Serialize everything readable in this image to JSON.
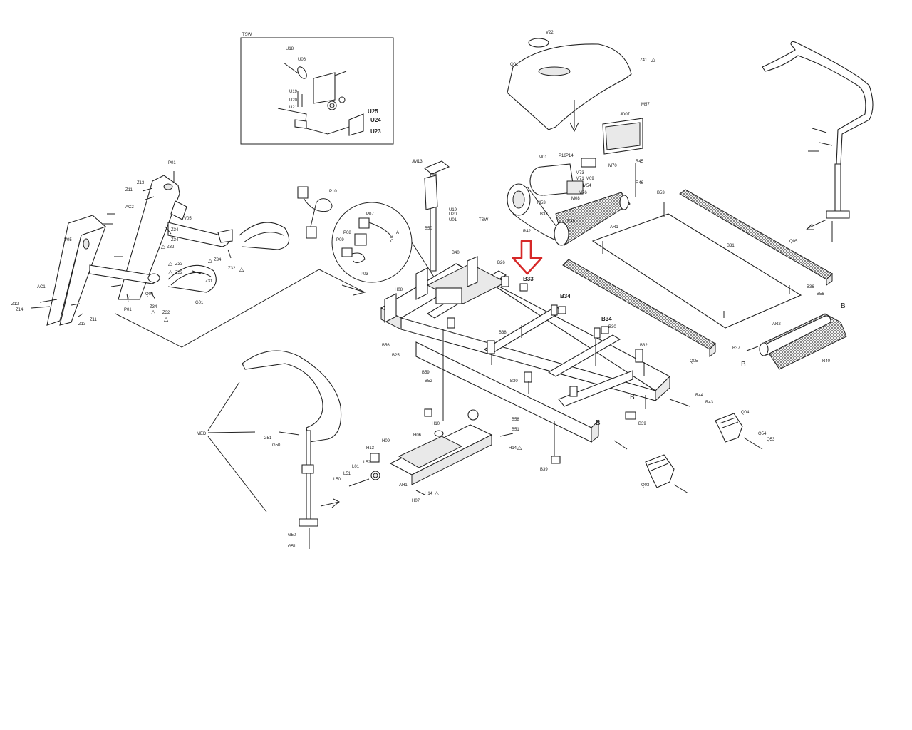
{
  "diagram": {
    "inset_title": "TSW",
    "highlight_color": "#d62828",
    "highlight_label": "B33",
    "warning_icon": "warning-triangle-icon",
    "labels": {
      "U18": "U18",
      "U06": "U06",
      "U19": "U19",
      "U20": "U20",
      "U21": "U21",
      "U25": "U25",
      "U24": "U24",
      "U23": "U23",
      "V22": "V22",
      "Q01": "Q01",
      "Z41": "Z41",
      "M57": "M57",
      "JD07": "JD07",
      "M01": "M01",
      "P16": "P16",
      "P14": "P14",
      "M70": "M70",
      "M73": "M73",
      "M71": "M71",
      "M09": "M09",
      "M54": "M54",
      "M76": "M76",
      "M08": "M08",
      "M53": "M53",
      "R45": "R45",
      "R46": "R46",
      "R42": "R42",
      "R46b": "R46",
      "AR1": "AR1",
      "B53": "B53",
      "B31": "B31",
      "Q05": "Q05",
      "Q05b": "Q05",
      "B36": "B36",
      "B56": "B56",
      "AR2": "AR2",
      "B37": "B37",
      "R40": "R40",
      "B_1": "B",
      "B_2": "B",
      "B_3": "B",
      "B_4": "B",
      "P01": "P01",
      "Z13": "Z13",
      "Z11": "Z11",
      "AC2": "AC2",
      "V05": "V05",
      "V05b": "V05",
      "Z34": "Z34",
      "Z32": "Z32",
      "Z33": "Z33",
      "Z31": "Z31",
      "AC1": "AC1",
      "Z12": "Z12",
      "Z14": "Z14",
      "Z13b": "Z13",
      "Z11b": "Z11",
      "P01b": "P01",
      "Q06": "Q06",
      "Z34b": "Z34",
      "Z32b": "Z32",
      "G01": "G01",
      "Z34c": "Z34",
      "Z32c": "Z32",
      "P10": "P10",
      "P07": "P07",
      "P08": "P08",
      "P09": "P09",
      "P03": "P03",
      "A": "A",
      "Bc": "B",
      "C": "C",
      "JM13": "JM13",
      "U19b": "U19",
      "U20b": "U20",
      "U01": "U01",
      "TSW": "TSW",
      "B50": "B50",
      "B40": "B40",
      "B26": "B26",
      "B33": "B33",
      "B34": "B34",
      "B34b": "B34",
      "B30": "B30",
      "B32": "B32",
      "H08": "H08",
      "B56b": "B56",
      "B25": "B25",
      "B38": "B38",
      "B59": "B59",
      "B52": "B52",
      "B30b": "B30",
      "B39": "B39",
      "B39b": "B39",
      "R44": "R44",
      "R43": "R43",
      "Q04": "Q04",
      "Q54": "Q54",
      "Q53": "Q53",
      "Q03": "Q03",
      "MED": "MED",
      "G51": "G51",
      "G50": "G50",
      "G50b": "G50",
      "G51b": "G51",
      "H10": "H10",
      "H06": "H06",
      "H09": "H09",
      "H13": "H13",
      "L52": "L52",
      "L01": "L01",
      "L51": "L51",
      "L50": "L50",
      "AH1": "AH1",
      "H14": "H14",
      "H07": "H07",
      "H14b": "H14",
      "B58": "B58",
      "B51": "B51"
    }
  }
}
